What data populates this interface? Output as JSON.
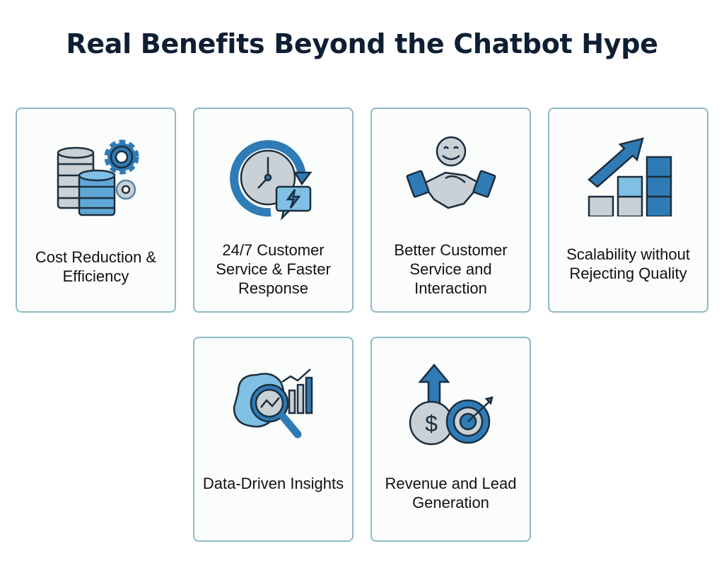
{
  "title": "Real Benefits Beyond the Chatbot Hype",
  "colors": {
    "border": "#8fb8c4",
    "blue_dark": "#2f7bb5",
    "blue_light": "#7fc0e4",
    "gray": "#c9d1d6",
    "stroke": "#1c2e3d"
  },
  "cards": [
    {
      "label": "Cost Reduction & Efficiency",
      "icon": "database-gears-icon"
    },
    {
      "label": "24/7 Customer Service & Faster Response",
      "icon": "clock-chat-icon"
    },
    {
      "label": "Better Customer Service and Interaction",
      "icon": "handshake-smile-icon"
    },
    {
      "label": "Scalability without Rejecting Quality",
      "icon": "growth-bars-icon"
    },
    {
      "label": "Data-Driven Insights",
      "icon": "brain-magnifier-icon"
    },
    {
      "label": "Revenue and Lead Generation",
      "icon": "dollar-target-icon"
    }
  ]
}
